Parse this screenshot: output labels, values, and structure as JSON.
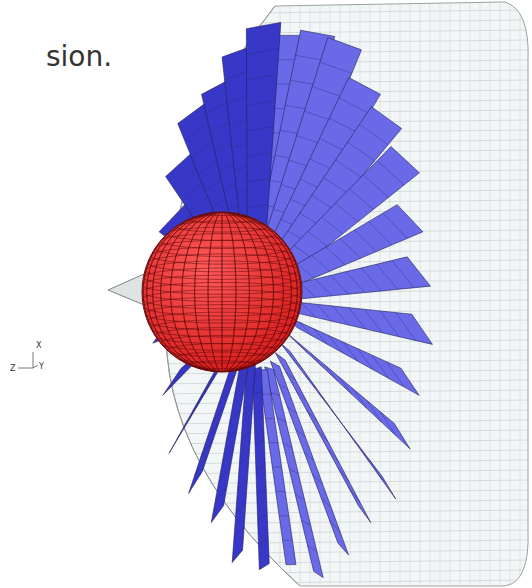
{
  "diagram": {
    "labels": [
      "sion.",
      "X",
      "Z",
      "Y"
    ]
  }
}
